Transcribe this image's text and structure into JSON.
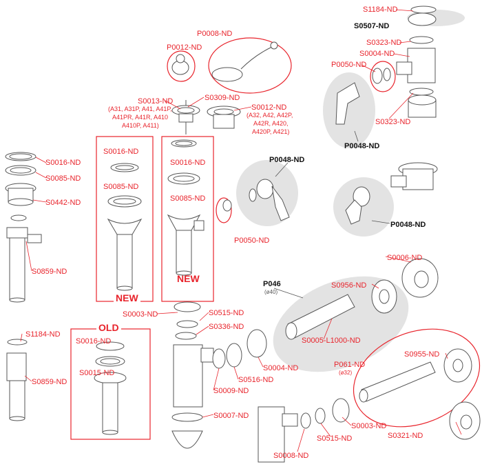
{
  "labels": {
    "s1184_top": "S1184-ND",
    "s0507": "S0507-ND",
    "s0323_top": "S0323-ND",
    "s0004_top": "S0004-ND",
    "p0050_top": "P0050-ND",
    "s0323_bottom": "S0323-ND",
    "p0048_top": "P0048-ND",
    "p0012": "P0012-ND",
    "p0008": "P0008-ND",
    "s0013": "S0013-ND",
    "s0013_models": [
      "(A31, A31P, A41, A41P,",
      "A41PR, A41R, A410",
      "A410P, A411)"
    ],
    "s0309": "S0309-ND",
    "s0012": "S0012-ND",
    "s0012_models": [
      "(A32, A42, A42P,",
      "A42R, A420,",
      "A420P, A421)"
    ],
    "s0016_left": "S0016-ND",
    "s0085_left": "S0085-ND",
    "s0442": "S0442-ND",
    "s0859_top": "S0859-ND",
    "new_box1_s0016": "S0016-ND",
    "new_box1_s0085": "S0085-ND",
    "new_box2_s0016": "S0016-ND",
    "new_box2_s0085": "S0085-ND",
    "new1": "NEW",
    "new2": "NEW",
    "p0048_mid": "P0048-ND",
    "p0050_mid": "P0050-ND",
    "p0048_right": "P0048-ND",
    "s0006": "S0006-ND",
    "p046": "P046",
    "p046_dia": "(ø40)",
    "s0956": "S0956-ND",
    "s0005": "S0005-L1000-ND",
    "s0955": "S0955-ND",
    "p061": "P061-ND",
    "p061_dia": "(ø32)",
    "s0321": "S0321-ND",
    "s0003_mid": "S0003-ND",
    "s0515_mid": "S0515-ND",
    "s0336": "S0336-ND",
    "s0004_mid": "S0004-ND",
    "s0516": "S0516-ND",
    "s0009": "S0009-ND",
    "s0007": "S0007-ND",
    "s1184_bottom": "S1184-ND",
    "s0859_bottom": "S0859-ND",
    "old": "OLD",
    "old_s0016": "S0016-ND",
    "old_s0015": "S0015-ND",
    "s0003_bottom": "S0003-ND",
    "s0515_bottom": "S0515-ND",
    "s0008": "S0008-ND"
  },
  "colors": {
    "accent": "#e8232b",
    "highlight": "#e2e2e2",
    "part": "#555555"
  }
}
